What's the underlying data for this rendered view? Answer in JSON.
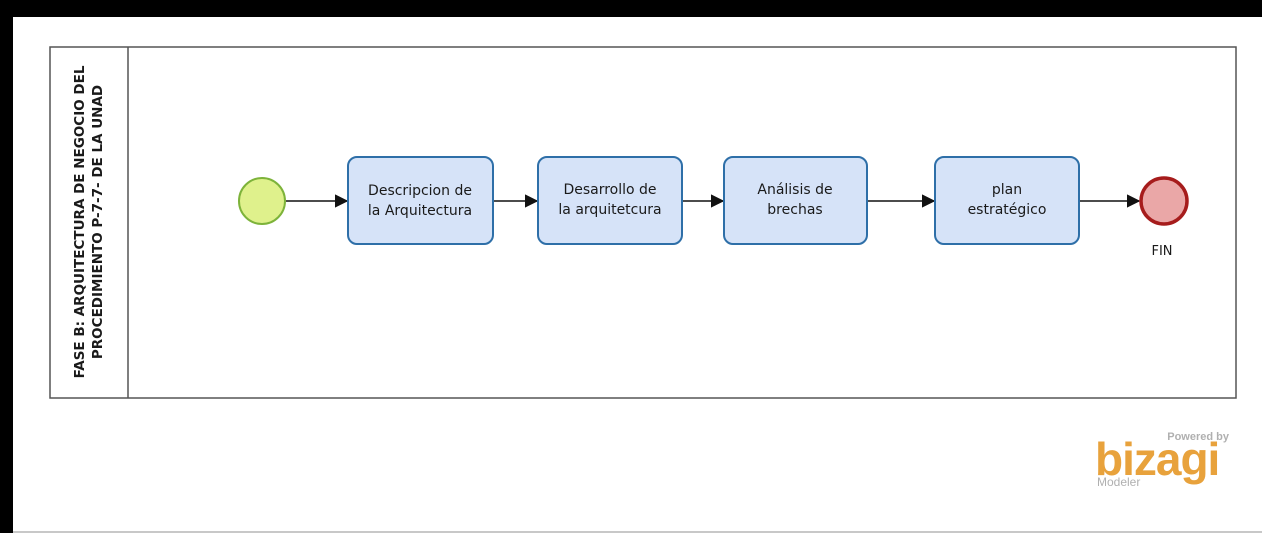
{
  "pool": {
    "title_line1": "FASE B: ARQUITECTURA DE NEGOCIO DEL",
    "title_line2": "PROCEDIMIENTO P-7-7- DE LA UNAD"
  },
  "tasks": [
    {
      "line1": "Descripcion de",
      "line2": "la Arquitectura"
    },
    {
      "line1": "Desarrollo de",
      "line2": "la arquitetcura"
    },
    {
      "line1": "Análisis de",
      "line2": "brechas"
    },
    {
      "line1": "plan",
      "line2": "estratégico"
    }
  ],
  "end_event": {
    "label": "FIN"
  },
  "logo": {
    "powered_by": "Powered by",
    "brand": "bizagi",
    "product": "Modeler"
  },
  "colors": {
    "task_fill": "#d6e3f8",
    "task_stroke": "#2e6fa8",
    "start_fill": "#dff18c",
    "start_stroke": "#7db33a",
    "end_fill": "#eaa7a7",
    "end_stroke": "#a61c1c"
  }
}
